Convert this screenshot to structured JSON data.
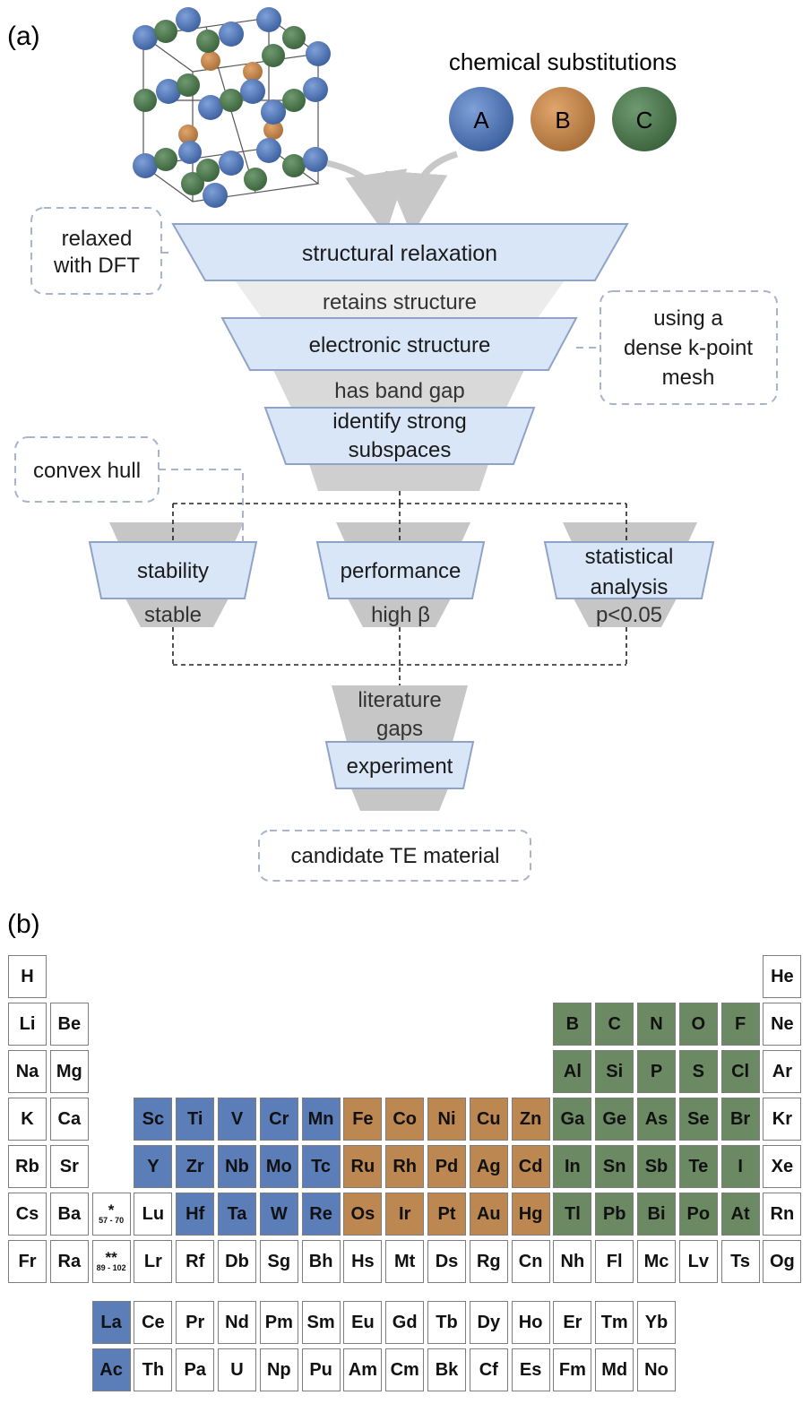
{
  "panel_a": {
    "label": "(a)",
    "substitutions_title": "chemical substitutions",
    "species": [
      {
        "letter": "A",
        "color": "#4f74b6"
      },
      {
        "letter": "B",
        "color": "#c0854c"
      },
      {
        "letter": "C",
        "color": "#4c7a4e"
      }
    ],
    "note_relaxed": [
      "relaxed",
      "with DFT"
    ],
    "note_kpoint": [
      "using a",
      "dense k-point",
      "mesh"
    ],
    "note_hull": "convex hull",
    "stage_relax": "structural relaxation",
    "filter_retains": "retains structure",
    "stage_electronic": "electronic structure",
    "filter_gap": "has band gap",
    "stage_subspaces": [
      "identify strong",
      "subspaces"
    ],
    "stage_stability": "stability",
    "filter_stable": "stable",
    "stage_performance": "performance",
    "filter_beta": "high β",
    "stage_statistical": [
      "statistical",
      "analysis"
    ],
    "filter_p": "p<0.05",
    "filter_literature": [
      "literature",
      "gaps"
    ],
    "stage_experiment": "experiment",
    "result": "candidate TE material"
  },
  "panel_b": {
    "label": "(b)",
    "colors": {
      "A": "#5b7db8",
      "B": "#bd8752",
      "C": "#6b8a63"
    },
    "lanthanide_note": {
      "star": "*",
      "range": "57 - 70"
    },
    "actinide_note": {
      "star": "**",
      "range": "89 - 102"
    },
    "main_rows": [
      [
        [
          "H",
          ""
        ],
        null,
        null,
        null,
        null,
        null,
        null,
        null,
        null,
        null,
        null,
        null,
        null,
        null,
        null,
        null,
        null,
        null,
        [
          "He",
          ""
        ]
      ],
      [
        [
          "Li",
          ""
        ],
        [
          "Be",
          ""
        ],
        null,
        null,
        null,
        null,
        null,
        null,
        null,
        null,
        null,
        null,
        null,
        [
          "B",
          "C"
        ],
        [
          "C",
          "C"
        ],
        [
          "N",
          "C"
        ],
        [
          "O",
          "C"
        ],
        [
          "F",
          "C"
        ],
        [
          "Ne",
          ""
        ]
      ],
      [
        [
          "Na",
          ""
        ],
        [
          "Mg",
          ""
        ],
        null,
        null,
        null,
        null,
        null,
        null,
        null,
        null,
        null,
        null,
        null,
        [
          "Al",
          "C"
        ],
        [
          "Si",
          "C"
        ],
        [
          "P",
          "C"
        ],
        [
          "S",
          "C"
        ],
        [
          "Cl",
          "C"
        ],
        [
          "Ar",
          ""
        ]
      ],
      [
        [
          "K",
          ""
        ],
        [
          "Ca",
          ""
        ],
        null,
        [
          "Sc",
          "A"
        ],
        [
          "Ti",
          "A"
        ],
        [
          "V",
          "A"
        ],
        [
          "Cr",
          "A"
        ],
        [
          "Mn",
          "A"
        ],
        [
          "Fe",
          "B"
        ],
        [
          "Co",
          "B"
        ],
        [
          "Ni",
          "B"
        ],
        [
          "Cu",
          "B"
        ],
        [
          "Zn",
          "B"
        ],
        [
          "Ga",
          "C"
        ],
        [
          "Ge",
          "C"
        ],
        [
          "As",
          "C"
        ],
        [
          "Se",
          "C"
        ],
        [
          "Br",
          "C"
        ],
        [
          "Kr",
          ""
        ]
      ],
      [
        [
          "Rb",
          ""
        ],
        [
          "Sr",
          ""
        ],
        null,
        [
          "Y",
          "A"
        ],
        [
          "Zr",
          "A"
        ],
        [
          "Nb",
          "A"
        ],
        [
          "Mo",
          "A"
        ],
        [
          "Tc",
          "A"
        ],
        [
          "Ru",
          "B"
        ],
        [
          "Rh",
          "B"
        ],
        [
          "Pd",
          "B"
        ],
        [
          "Ag",
          "B"
        ],
        [
          "Cd",
          "B"
        ],
        [
          "In",
          "C"
        ],
        [
          "Sn",
          "C"
        ],
        [
          "Sb",
          "C"
        ],
        [
          "Te",
          "C"
        ],
        [
          "I",
          "C"
        ],
        [
          "Xe",
          ""
        ]
      ],
      [
        [
          "Cs",
          ""
        ],
        [
          "Ba",
          ""
        ],
        "note1",
        [
          "Lu",
          ""
        ],
        [
          "Hf",
          "A"
        ],
        [
          "Ta",
          "A"
        ],
        [
          "W",
          "A"
        ],
        [
          "Re",
          "A"
        ],
        [
          "Os",
          "B"
        ],
        [
          "Ir",
          "B"
        ],
        [
          "Pt",
          "B"
        ],
        [
          "Au",
          "B"
        ],
        [
          "Hg",
          "B"
        ],
        [
          "Tl",
          "C"
        ],
        [
          "Pb",
          "C"
        ],
        [
          "Bi",
          "C"
        ],
        [
          "Po",
          "C"
        ],
        [
          "At",
          "C"
        ],
        [
          "Rn",
          ""
        ]
      ],
      [
        [
          "Fr",
          ""
        ],
        [
          "Ra",
          ""
        ],
        "note2",
        [
          "Lr",
          ""
        ],
        [
          "Rf",
          ""
        ],
        [
          "Db",
          ""
        ],
        [
          "Sg",
          ""
        ],
        [
          "Bh",
          ""
        ],
        [
          "Hs",
          ""
        ],
        [
          "Mt",
          ""
        ],
        [
          "Ds",
          ""
        ],
        [
          "Rg",
          ""
        ],
        [
          "Cn",
          ""
        ],
        [
          "Nh",
          ""
        ],
        [
          "Fl",
          ""
        ],
        [
          "Mc",
          ""
        ],
        [
          "Lv",
          ""
        ],
        [
          "Ts",
          ""
        ],
        [
          "Og",
          ""
        ]
      ]
    ],
    "f_rows": [
      [
        [
          "La",
          "A"
        ],
        [
          "Ce",
          ""
        ],
        [
          "Pr",
          ""
        ],
        [
          "Nd",
          ""
        ],
        [
          "Pm",
          ""
        ],
        [
          "Sm",
          ""
        ],
        [
          "Eu",
          ""
        ],
        [
          "Gd",
          ""
        ],
        [
          "Tb",
          ""
        ],
        [
          "Dy",
          ""
        ],
        [
          "Ho",
          ""
        ],
        [
          "Er",
          ""
        ],
        [
          "Tm",
          ""
        ],
        [
          "Yb",
          ""
        ]
      ],
      [
        [
          "Ac",
          "A"
        ],
        [
          "Th",
          ""
        ],
        [
          "Pa",
          ""
        ],
        [
          "U",
          ""
        ],
        [
          "Np",
          ""
        ],
        [
          "Pu",
          ""
        ],
        [
          "Am",
          ""
        ],
        [
          "Cm",
          ""
        ],
        [
          "Bk",
          ""
        ],
        [
          "Cf",
          ""
        ],
        [
          "Es",
          ""
        ],
        [
          "Fm",
          ""
        ],
        [
          "Md",
          ""
        ],
        [
          "No",
          ""
        ]
      ]
    ]
  }
}
